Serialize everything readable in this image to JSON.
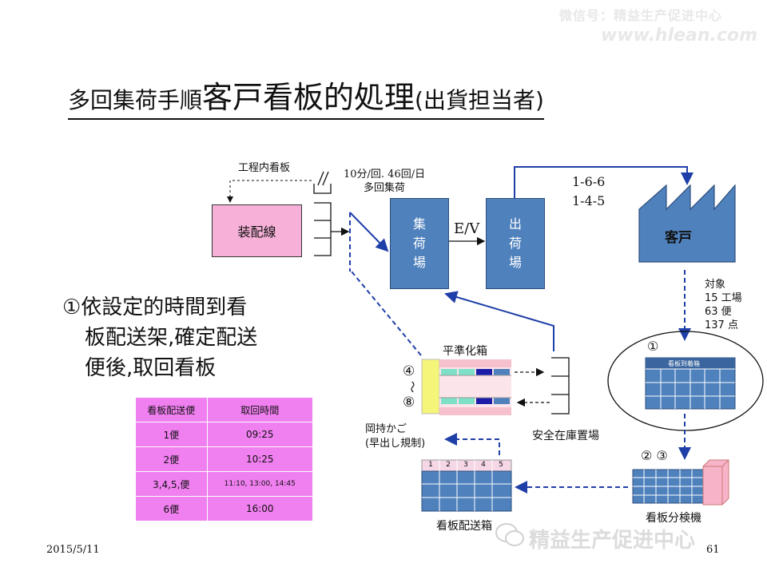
{
  "watermark": {
    "line1": "微信号：精益生产促进中心",
    "line2": "www.hlean.com",
    "bottom_logo": "精益生产促进中心"
  },
  "title": {
    "part1": "多回集荷手順",
    "part2": "客戸看板的処理",
    "part3": "(出貨担当者)"
  },
  "diagram": {
    "kanban_in_process": "工程内看板",
    "pickup_freq_line1": "10分/回.  46回/日",
    "pickup_freq_line2": "多回集荷",
    "assembly_line": "装配線",
    "collection_area": [
      "集",
      "荷",
      "場"
    ],
    "ev_label": "E/V",
    "shipping_area": [
      "出",
      "荷",
      "場"
    ],
    "route_line1": "1-6-6",
    "route_line2": "1-4-5",
    "customer": "客戸",
    "target_lines": [
      "対象",
      "15 工場",
      "63 便",
      "137 点"
    ],
    "marker_1": "①",
    "kanban_received_box": "看板到着箱",
    "leveling_box": "平準化箱",
    "marker_4": "④",
    "tilde": "〜",
    "marker_8": "⑧",
    "okamochi_line1": "岡持かご",
    "okamochi_line2": "(早出し規制)",
    "safety_stock": "安全在庫置場",
    "markers_23": "②  ③",
    "kanban_sorter": "看板分検機",
    "delivery_box": "看板配送箱",
    "delivery_slots": [
      "1",
      "2",
      "3",
      "4",
      "5"
    ]
  },
  "note": {
    "lines": [
      "①依設定的時間到看",
      "板配送架,確定配送",
      "便後,取回看板"
    ]
  },
  "schedule_table": {
    "headers": [
      "看板配送便",
      "取回時間"
    ],
    "rows": [
      [
        "1便",
        "09:25"
      ],
      [
        "2便",
        "10:25"
      ],
      [
        "3,4,5,便",
        "11:10, 13:00, 14:45"
      ],
      [
        "6便",
        "16:00"
      ]
    ]
  },
  "footer": {
    "date": "2015/5/11",
    "page": "61"
  },
  "colors": {
    "pink_box": "#f7b0d8",
    "blue_box": "#4f81bd",
    "arrow_blue": "#1f3fa8",
    "table_pink": "#f07ff0"
  }
}
